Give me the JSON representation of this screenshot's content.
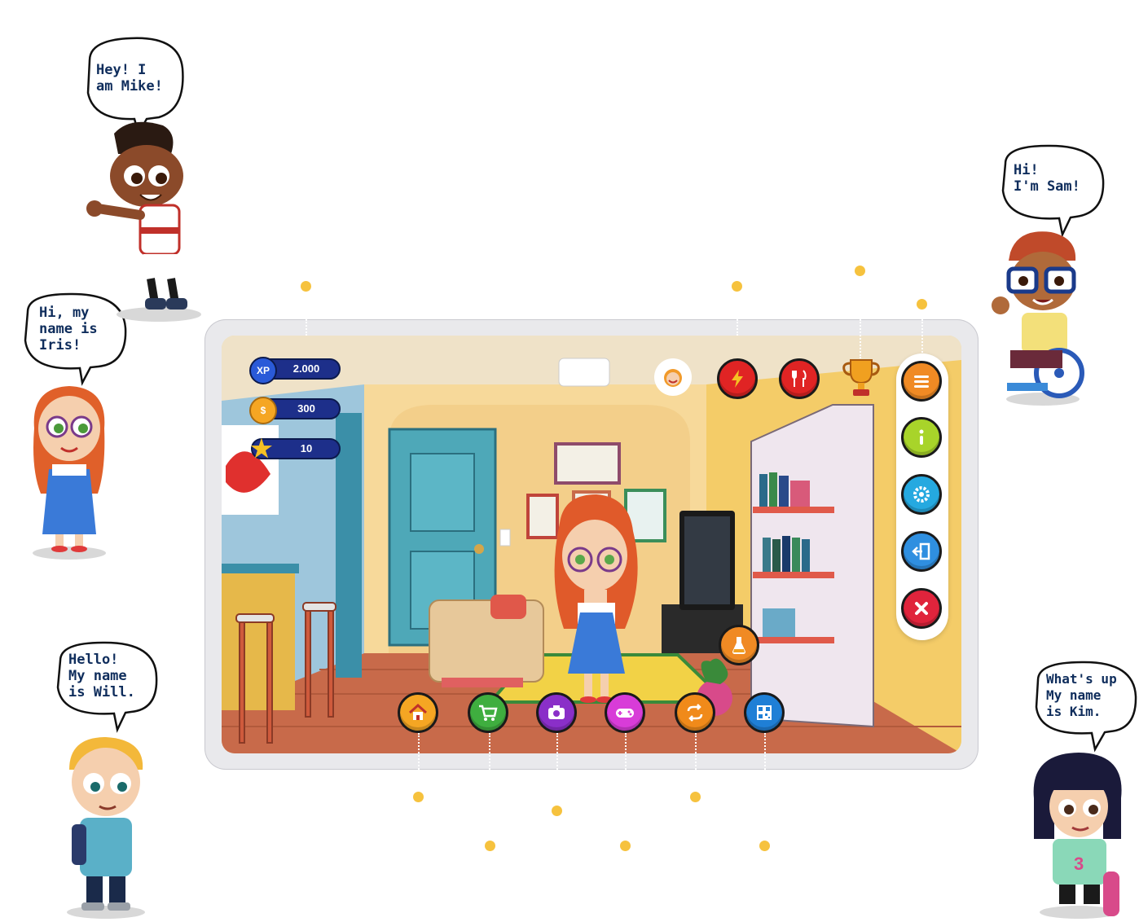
{
  "characters": [
    {
      "name": "mike",
      "speech": "Hey! I\nam Mike!"
    },
    {
      "name": "iris",
      "speech": "Hi, my\nname is\nIris!"
    },
    {
      "name": "will",
      "speech": "Hello!\nMy name\nis Will."
    },
    {
      "name": "sam",
      "speech": "Hi!\nI'm Sam!"
    },
    {
      "name": "kim",
      "speech": "What's up\nMy name\nis Kim."
    }
  ],
  "hud": {
    "xp": {
      "label": "XP",
      "value": "2.000"
    },
    "coins": {
      "icon": "dollar-coin-icon",
      "value": "300"
    },
    "stars": {
      "icon": "star-icon",
      "value": "10"
    }
  },
  "top_actions": [
    {
      "name": "avatar-face",
      "icon": "girl-face-icon",
      "color": "#f19a2a"
    },
    {
      "name": "energy",
      "icon": "lightning-icon",
      "color": "#e02424"
    },
    {
      "name": "food",
      "icon": "fork-knife-icon",
      "color": "#e02424"
    },
    {
      "name": "trophy",
      "icon": "trophy-icon",
      "color": "#f0a020"
    }
  ],
  "side_menu": [
    {
      "name": "menu",
      "icon": "hamburger-icon",
      "color": "#f08a24"
    },
    {
      "name": "info",
      "icon": "info-icon",
      "color": "#a8d42a"
    },
    {
      "name": "settings",
      "icon": "gear-icon",
      "color": "#25a9e0"
    },
    {
      "name": "exit",
      "icon": "exit-icon",
      "color": "#2f8fe0"
    },
    {
      "name": "close",
      "icon": "close-icon",
      "color": "#e0243c"
    }
  ],
  "bottom_nav": [
    {
      "name": "home",
      "icon": "house-icon",
      "color": "#f5a623"
    },
    {
      "name": "shop",
      "icon": "cart-icon",
      "color": "#3fae3f"
    },
    {
      "name": "camera",
      "icon": "camera-icon",
      "color": "#8a2fc8"
    },
    {
      "name": "games",
      "icon": "gamepad-icon",
      "color": "#d83cd8"
    },
    {
      "name": "swap",
      "icon": "swap-icon",
      "color": "#f08a1a"
    },
    {
      "name": "qr",
      "icon": "qr-code-icon",
      "color": "#1f7fd6"
    }
  ],
  "potion_button": {
    "icon": "potion-icon",
    "color": "#f08a24"
  },
  "colors": {
    "dot": "#f6c23e",
    "speech_text": "#0f2d5c",
    "hud_bar": "#1d2f8a"
  }
}
